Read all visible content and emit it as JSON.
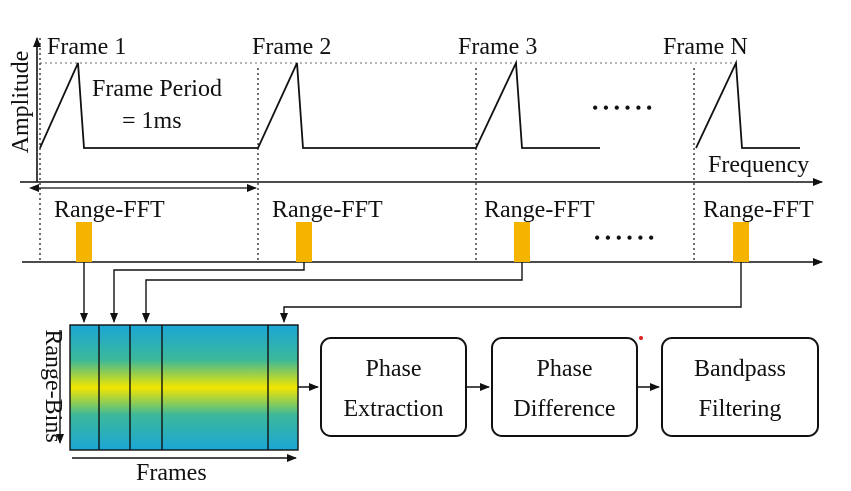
{
  "signal": {
    "ylabel": "Amplitude",
    "xlabel": "Frequency",
    "frames": [
      {
        "label": "Frame 1"
      },
      {
        "label": "Frame 2"
      },
      {
        "label": "Frame 3"
      },
      {
        "label": "Frame N"
      }
    ],
    "frame_period_line1": "Frame Period",
    "frame_period_line2": "= 1ms",
    "ellipsis": "• • • • • •"
  },
  "fft": {
    "labels": [
      "Range-FFT",
      "Range-FFT",
      "Range-FFT",
      "Range-FFT"
    ],
    "ellipsis": "• • • • • •",
    "marker_color": "#f5b400"
  },
  "matrix": {
    "ylabel": "Range-Bins",
    "xlabel": "Frames"
  },
  "pipeline": {
    "steps": [
      {
        "line1": "Phase",
        "line2": "Extraction"
      },
      {
        "line1": "Phase",
        "line2": "Difference"
      },
      {
        "line1": "Bandpass",
        "line2": "Filtering"
      }
    ]
  }
}
